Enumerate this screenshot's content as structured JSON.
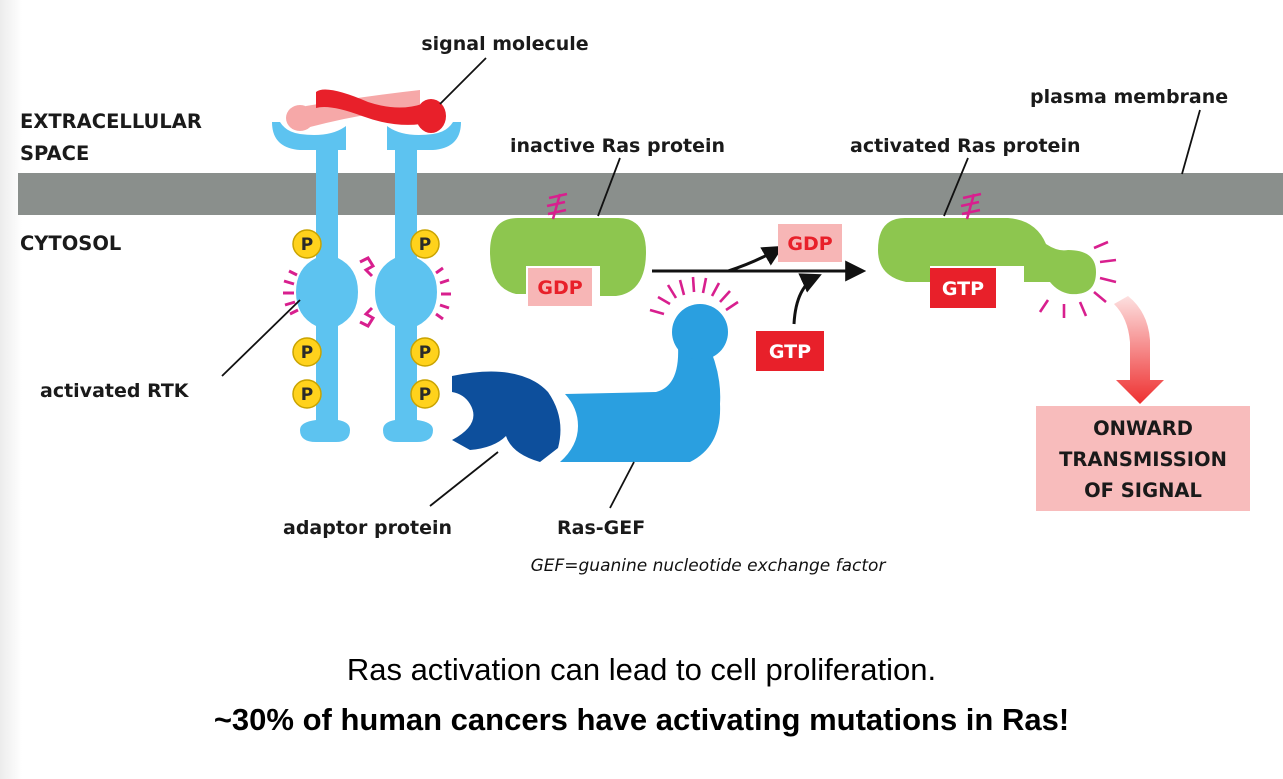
{
  "diagram": {
    "labels": {
      "signal_molecule": "signal molecule",
      "extracellular_line1": "EXTRACELLULAR",
      "extracellular_line2": "SPACE",
      "plasma_membrane": "plasma membrane",
      "inactive_ras": "inactive Ras protein",
      "activated_ras": "activated Ras protein",
      "cytosol": "CYTOSOL",
      "activated_rtk": "activated RTK",
      "adaptor_protein": "adaptor protein",
      "ras_gef": "Ras-GEF",
      "gef_definition": "GEF=guanine nucleotide exchange factor"
    },
    "phosphate": "P",
    "nucleotides": {
      "gdp_bound": "GDP",
      "gdp_released": "GDP",
      "gtp_incoming": "GTP",
      "gtp_bound": "GTP"
    },
    "onward": {
      "line1": "ONWARD",
      "line2": "TRANSMISSION",
      "line3": "OF SIGNAL"
    },
    "colors": {
      "membrane": "#8a8f8c",
      "receptor": "#5dc3f0",
      "ras": "#8dc64f",
      "adaptor": "#0d4f9c",
      "ras_gef": "#2a9fe0",
      "signal": "#e8202a",
      "gtp_box": "#e8202a",
      "gdp_box": "#f7b6b6",
      "phosphate": "#ffd21c",
      "onward_box": "#f8bcbc",
      "magenta": "#d81f8e"
    }
  },
  "caption": {
    "line1": "Ras activation can lead to cell proliferation.",
    "line2": "~30% of human cancers have activating mutations in Ras!"
  }
}
